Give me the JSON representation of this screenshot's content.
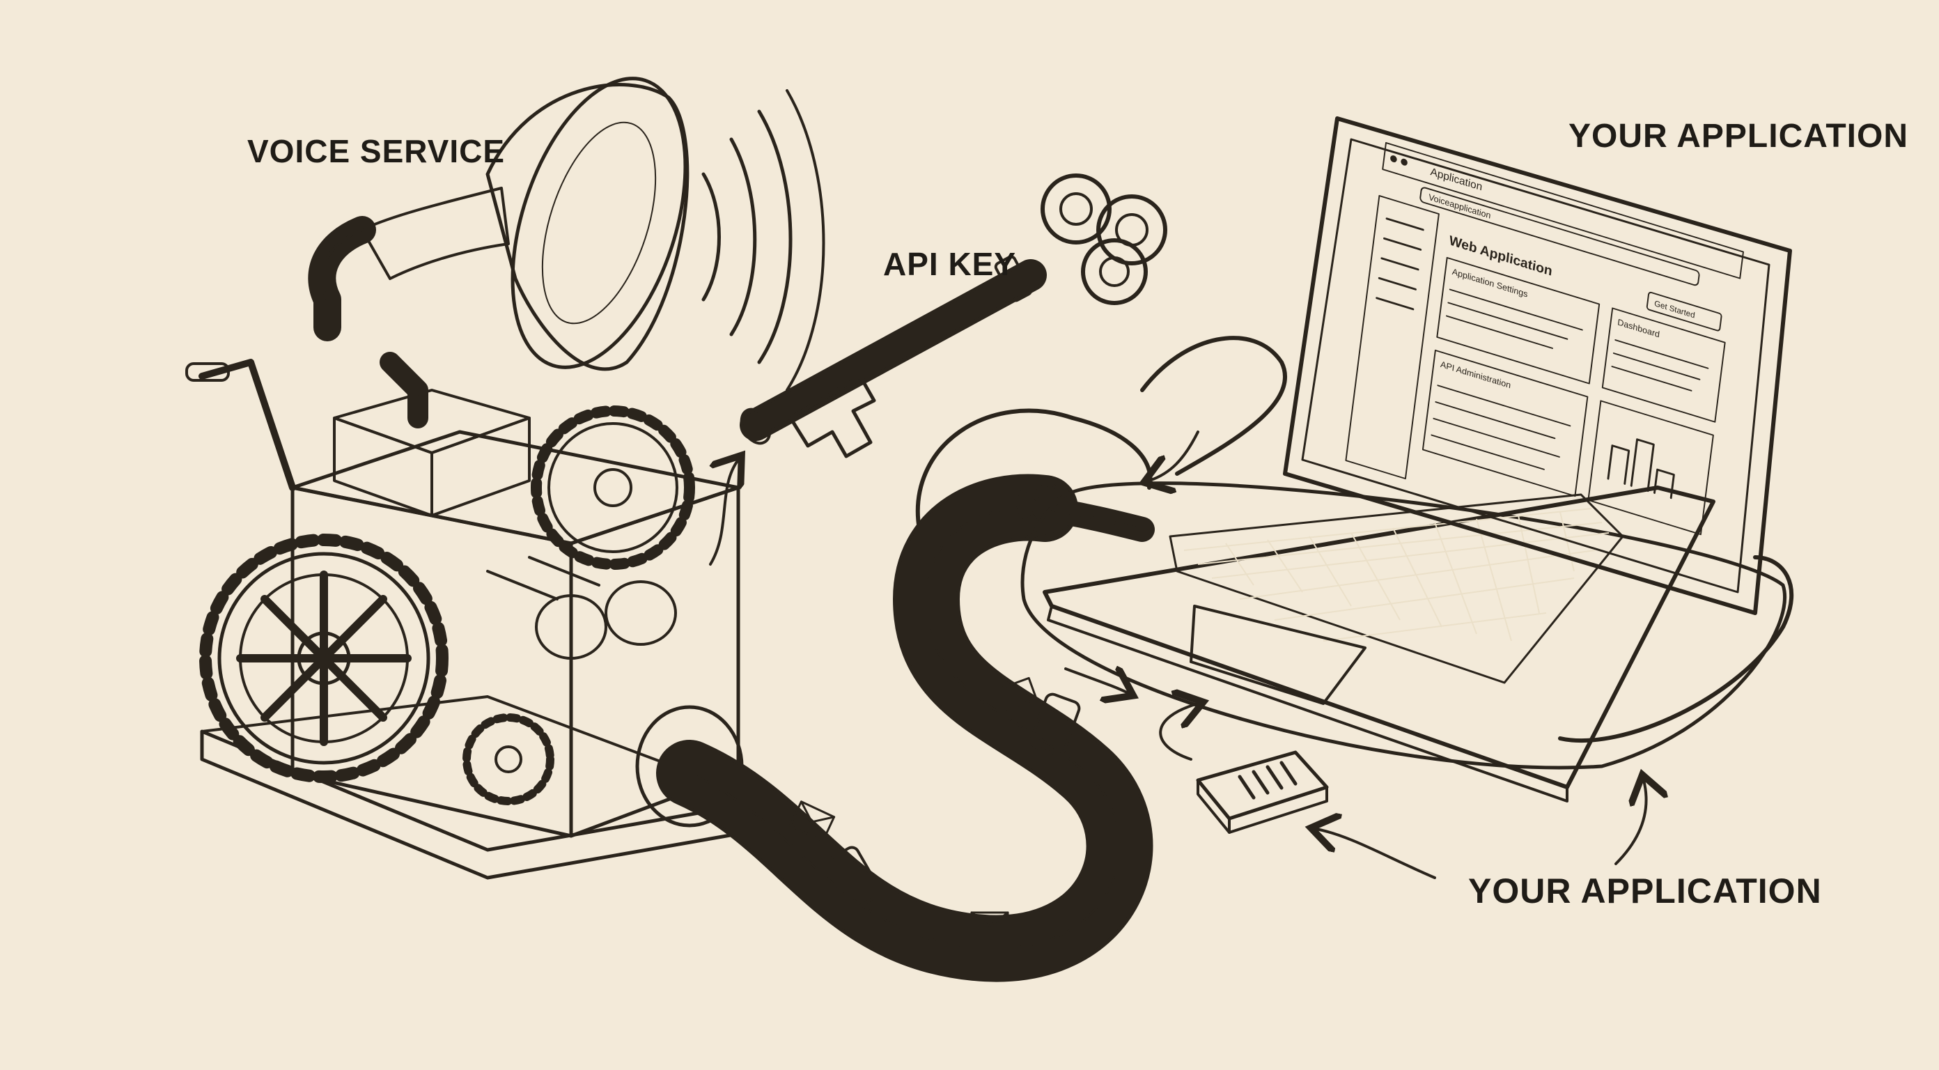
{
  "labels": {
    "voice_service": "VOICE SERVICE",
    "api_key": "API KEY",
    "your_application_top": "YOUR APPLICATION",
    "your_application_bottom": "YOUR APPLICATION"
  },
  "laptop_screen": {
    "window_title": "Application",
    "address_bar": "Voiceapplication",
    "page_heading": "Web Application",
    "panel_1_title": "Application Settings",
    "panel_2_title": "Dashboard",
    "panel_3_title": "API Administration",
    "header_button": "Get Started"
  },
  "colors": {
    "paper": "#f3ead9",
    "ink": "#2a241c",
    "shade": "#d9ccb3"
  },
  "icons": [
    "gramophone-horn-icon",
    "key-icon",
    "laptop-icon",
    "envelope-icon",
    "gear-icon",
    "chip-icon"
  ]
}
